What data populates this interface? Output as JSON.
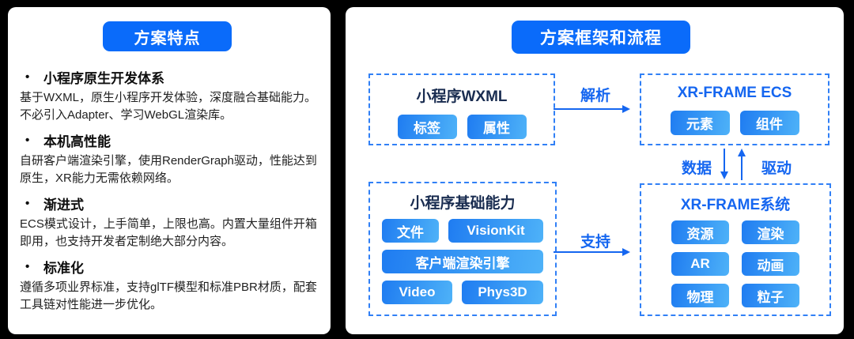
{
  "left_panel": {
    "title": "方案特点",
    "features": [
      {
        "heading": "小程序原生开发体系",
        "body": "基于WXML，原生小程序开发体验，深度融合基础能力。不必引入Adapter、学习WebGL渲染库。"
      },
      {
        "heading": "本机高性能",
        "body": "自研客户端渲染引擎，使用RenderGraph驱动，性能达到原生，XR能力无需依赖网络。"
      },
      {
        "heading": "渐进式",
        "body": "ECS模式设计，上手简单，上限也高。内置大量组件开箱即用，也支持开发者定制绝大部分内容。"
      },
      {
        "heading": "标准化",
        "body": "遵循多项业界标准，支持glTF模型和标准PBR材质，配套工具链对性能进一步优化。"
      }
    ],
    "bullet_glyph": "•"
  },
  "right_panel": {
    "title": "方案框架和流程",
    "boxes": {
      "wxml": {
        "title": "小程序WXML",
        "chips": [
          "标签",
          "属性"
        ]
      },
      "ecs": {
        "title": "XR-FRAME ECS",
        "chips": [
          "元素",
          "组件"
        ]
      },
      "capabilities": {
        "title": "小程序基础能力",
        "chips_row1": [
          "文件",
          "VisionKit"
        ],
        "chips_row2": [
          "客户端渲染引擎"
        ],
        "chips_row3": [
          "Video",
          "Phys3D"
        ]
      },
      "system": {
        "title": "XR-FRAME系统",
        "chips": [
          "资源",
          "渲染",
          "AR",
          "动画",
          "物理",
          "粒子"
        ]
      }
    },
    "flow_labels": {
      "parse": "解析",
      "support": "支持",
      "data": "数据",
      "drive": "驱动"
    }
  },
  "colors": {
    "accent_blue": "#0a6bfa",
    "flow_blue": "#1566f0",
    "dashed_border_blue": "#3180f6",
    "chip_gradient_start": "#1f7cf1",
    "chip_gradient_end": "#4eb2f8",
    "navy_title": "#192c50",
    "panel_background": "#ffffff",
    "frame_background": "#000000"
  }
}
